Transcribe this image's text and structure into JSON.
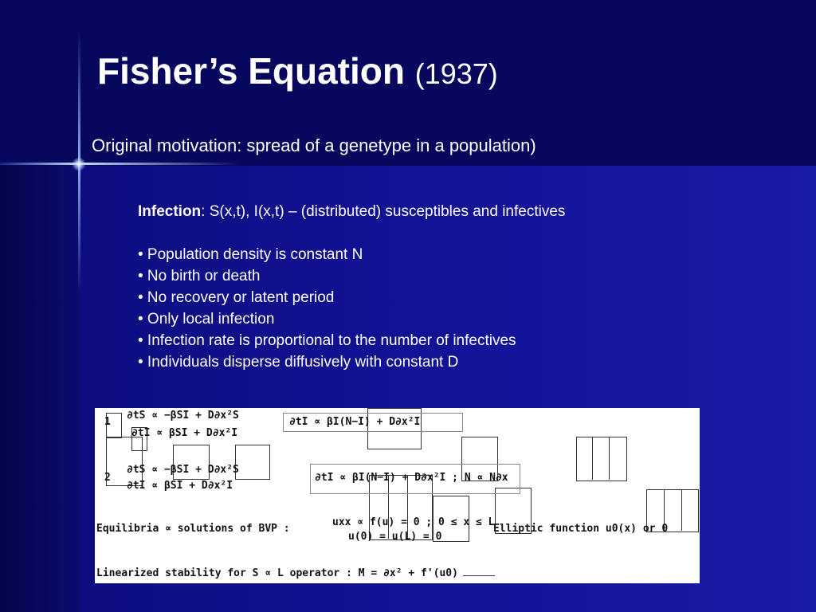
{
  "slide": {
    "title_main": "Fisher’s Equation",
    "title_year": "(1937)",
    "subtitle": "Original motivation: spread of a genetype in a population)"
  },
  "infection": {
    "label": "Infection",
    "description": ": S(x,t), I(x,t) – (distributed) susceptibles and infectives"
  },
  "assumptions": [
    "• Population density is constant N",
    "• No birth or death",
    "• No recovery or latent period",
    "• Only local infection",
    "• Infection rate is proportional to the number of infectives",
    "• Individuals disperse diffusively with constant D"
  ],
  "equations": {
    "row1_num": "1",
    "row1_eq1": "∂tS ∝ −βSI + D∂x²S",
    "row1_eq2": "∂tI ∝ βSI + D∂x²I",
    "row1_eq3": "∂tI ∝ βI(N−I) + D∂x²I",
    "row2_num": "2",
    "row2_eq1": "∂tS ∝ −βSI + D∂x²S",
    "row2_eq2": "∂tI ∝ βSI + D∂x²I",
    "row2_eq3": "∂tI ∝ βI(N−I) + D∂x²I ; N ∝ N∂x",
    "equilibria_label": "Equilibria ∝ solutions of BVP :",
    "bvp_line1": "uxx ∝ f(u) = 0 ; 0 ≤ x ≤ L",
    "bvp_line2": "u(0) = u(L) = 0",
    "elliptic": "Elliptic function u0(x) or 0",
    "linearized": "Linearized stability for S ∝ L operator : M = ∂x² + f'(u0)"
  }
}
